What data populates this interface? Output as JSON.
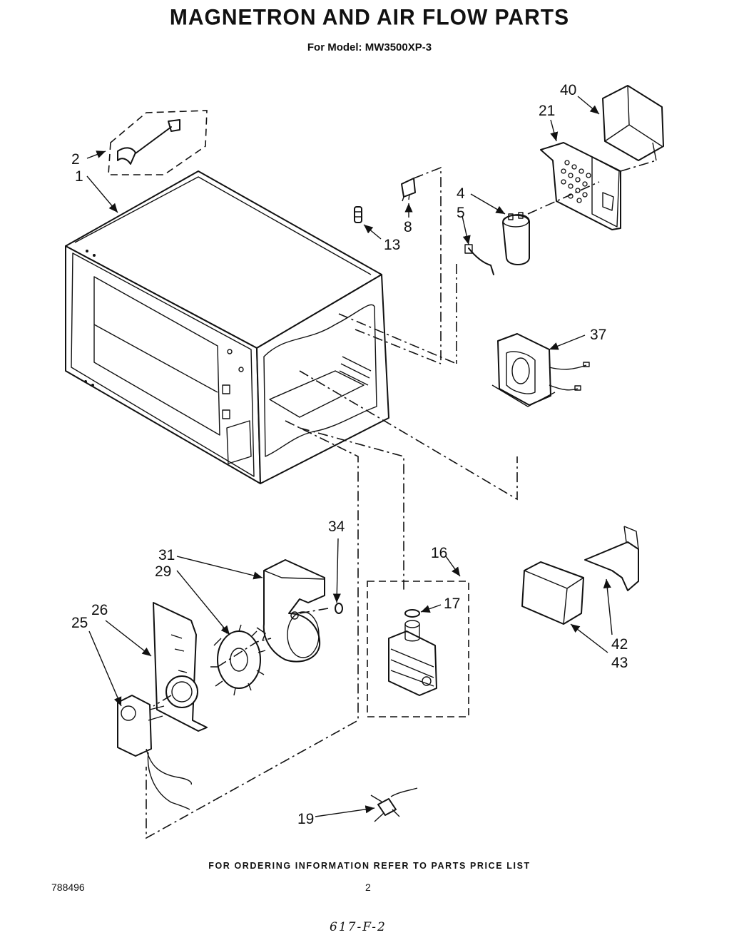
{
  "header": {
    "title": "MAGNETRON AND AIR FLOW PARTS",
    "subtitle": "For Model: MW3500XP-3"
  },
  "callouts": {
    "c1": "1",
    "c2": "2",
    "c4": "4",
    "c5": "5",
    "c8": "8",
    "c13": "13",
    "c16": "16",
    "c17": "17",
    "c19": "19",
    "c21": "21",
    "c25": "25",
    "c26": "26",
    "c29": "29",
    "c31": "31",
    "c34": "34",
    "c37": "37",
    "c40": "40",
    "c42": "42",
    "c43": "43"
  },
  "footer": {
    "note": "FOR ORDERING INFORMATION REFER TO PARTS PRICE LIST",
    "doc_number": "788496",
    "page_number": "2",
    "handwritten": "617-F-2"
  }
}
